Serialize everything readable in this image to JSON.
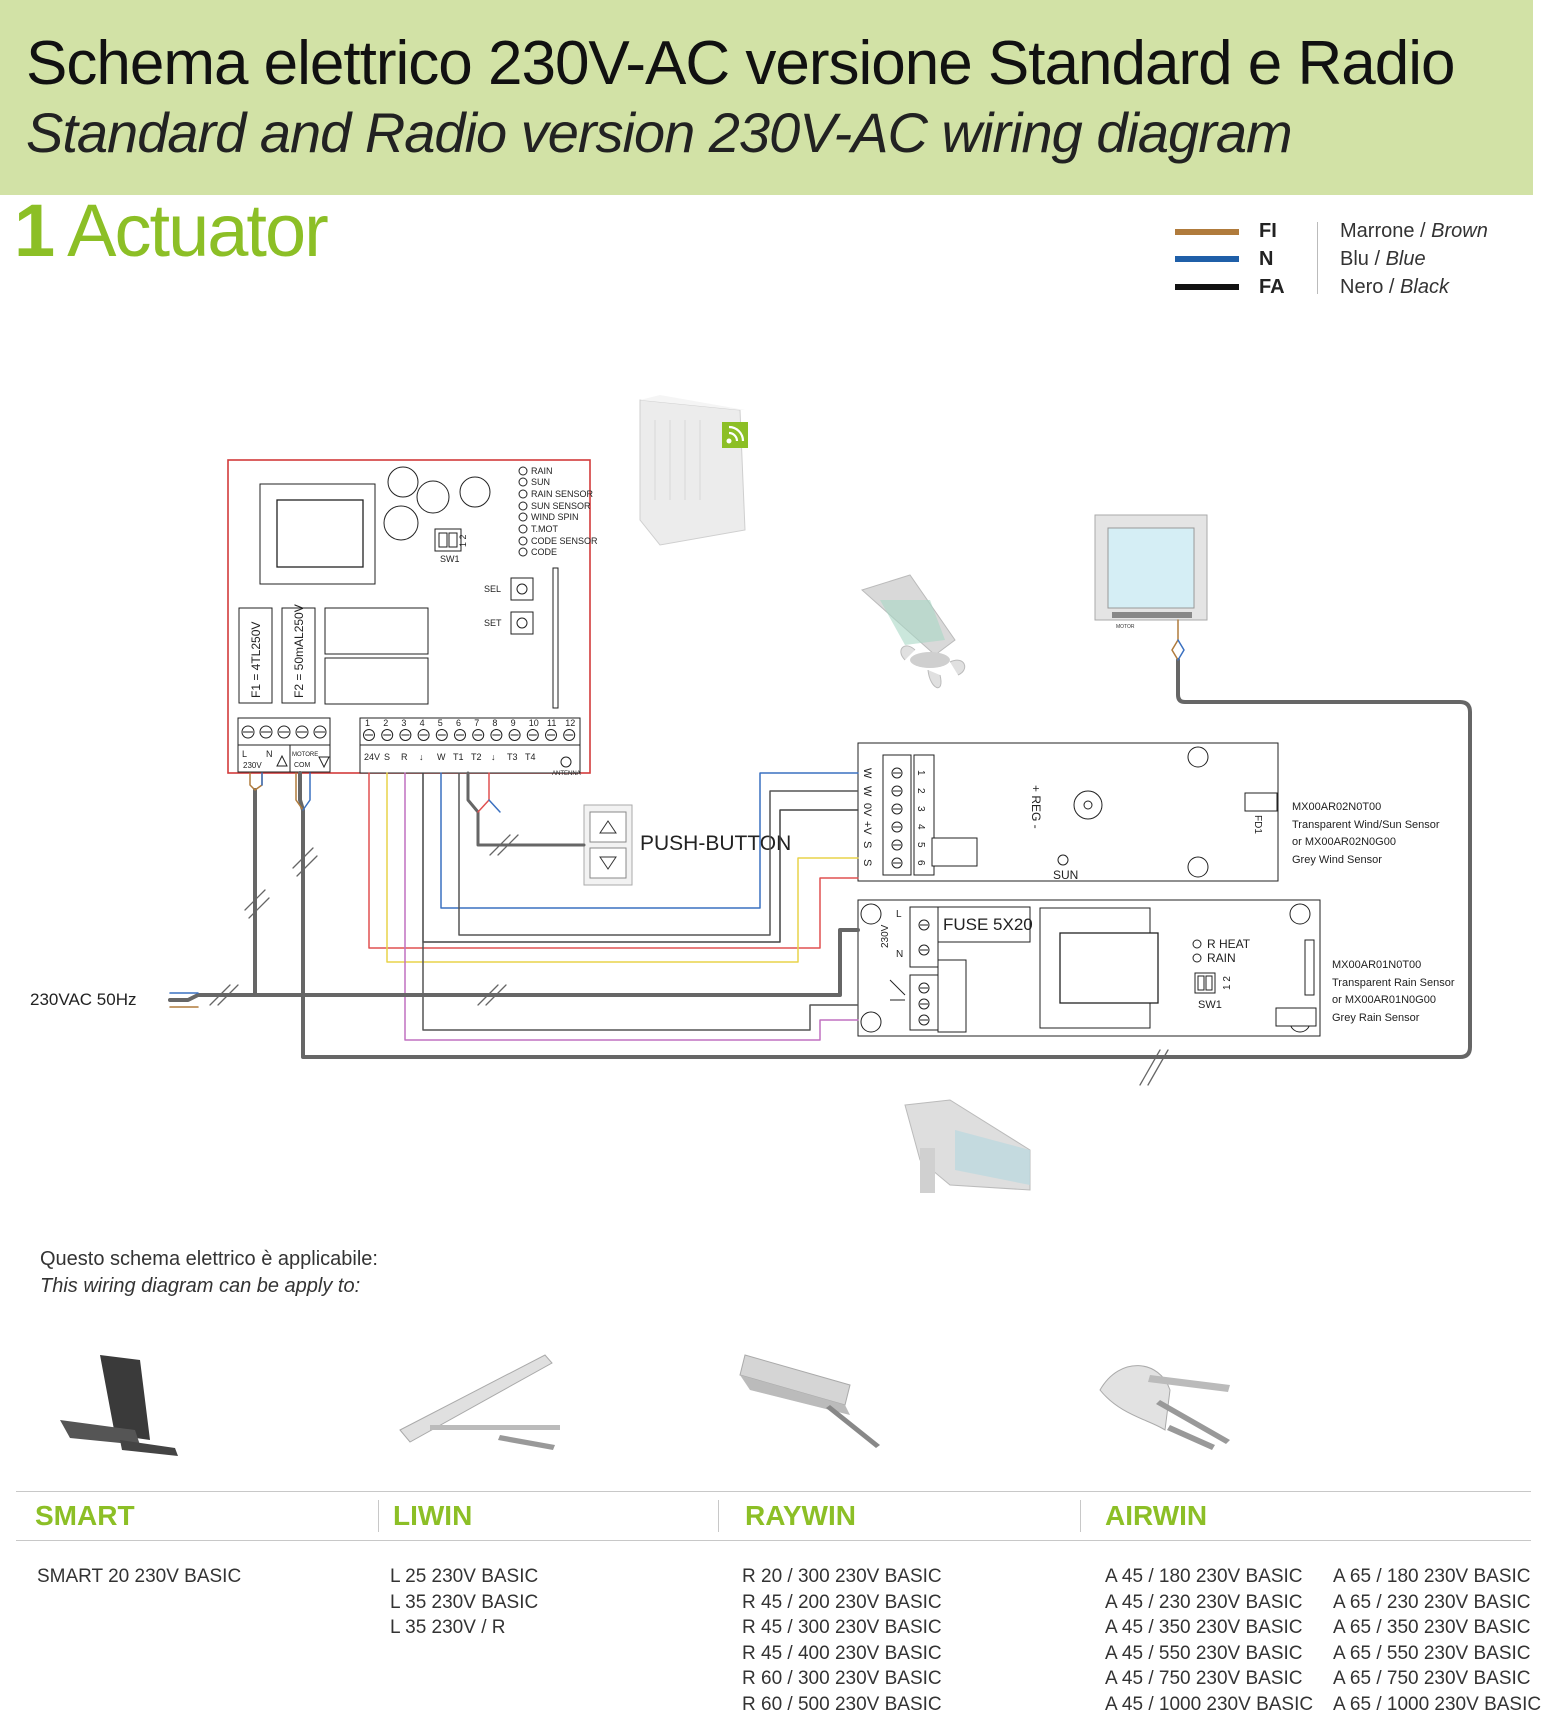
{
  "header": {
    "title_it": "Schema elettrico 230V-AC versione Standard e Radio",
    "title_en": "Standard and Radio version 230V-AC wiring diagram",
    "section_number": "1",
    "section_title": "Actuator"
  },
  "legend": [
    {
      "code": "FI",
      "name_it": "Marrone",
      "name_en": "Brown",
      "color": "#b07b3c"
    },
    {
      "code": "N",
      "name_it": "Blu",
      "name_en": "Blue",
      "color": "#1f5fa8"
    },
    {
      "code": "FA",
      "name_it": "Nero",
      "name_en": "Black",
      "color": "#111111"
    }
  ],
  "control_board": {
    "leds": [
      "RAIN",
      "SUN",
      "RAIN SENSOR",
      "SUN SENSOR",
      "WIND SPIN",
      "T.MOT",
      "CODE SENSOR",
      "CODE"
    ],
    "sw1": "SW1",
    "sw1_pins": "1 2",
    "sel": "SEL",
    "set": "SET",
    "fuse1": "F1 = 4TL250V",
    "fuse2": "F2 = 50mAL250V",
    "power_terminals": {
      "l": "L",
      "n": "N",
      "v230": "230V",
      "motor": "MOTORE",
      "com": "COM"
    },
    "terminal_numbers": [
      "1",
      "2",
      "3",
      "4",
      "5",
      "6",
      "7",
      "8",
      "9",
      "10",
      "11",
      "12"
    ],
    "terminal_labels": [
      "24V",
      "S",
      "R",
      "↓",
      "W",
      "T1",
      "T2",
      "↓",
      "T3",
      "T4"
    ],
    "antenna": "ANTENNA"
  },
  "push_button": "PUSH-BUTTON",
  "supply": "230VAC 50Hz",
  "wind_sensor": {
    "terminal_labels": [
      "W",
      "W",
      "0V",
      "+V",
      "S",
      "S"
    ],
    "terminal_numbers": [
      "1",
      "2",
      "3",
      "4",
      "5",
      "6"
    ],
    "reg": "+ REG -",
    "sun": "SUN",
    "fd1": "FD1",
    "description": [
      "MX00AR02N0T00",
      "Transparent Wind/Sun Sensor",
      "or MX00AR02N0G00",
      "Grey Wind Sensor"
    ]
  },
  "rain_sensor": {
    "fuse": "FUSE 5X20",
    "l": "L",
    "n": "N",
    "v230": "230V",
    "rheat": "R HEAT",
    "rain": "RAIN",
    "sw1": "SW1",
    "sw1_pins": "1 2",
    "description": [
      "MX00AR01N0T00",
      "Transparent Rain Sensor",
      "or MX00AR01N0G00",
      "Grey Rain Sensor"
    ]
  },
  "window_tag": "MOTOR",
  "applicability": {
    "it": "Questo schema elettrico è applicabile:",
    "en": "This wiring diagram can be apply to:"
  },
  "products": [
    {
      "family": "SMART",
      "models": [
        "SMART 20 230V BASIC"
      ]
    },
    {
      "family": "LIWIN",
      "models": [
        "L 25 230V BASIC",
        "L 35 230V BASIC",
        "L 35 230V / R"
      ]
    },
    {
      "family": "RAYWIN",
      "models": [
        "R 20 / 300 230V BASIC",
        "R 45 / 200 230V BASIC",
        "R 45 / 300 230V BASIC",
        "R 45 / 400 230V BASIC",
        "R 60 / 300 230V BASIC",
        "R 60 / 500 230V BASIC"
      ]
    },
    {
      "family": "AIRWIN",
      "models": [
        "A 45 / 180 230V BASIC",
        "A 45 / 230 230V BASIC",
        "A 45 / 350 230V BASIC",
        "A 45 / 550 230V BASIC",
        "A 45 / 750 230V BASIC",
        "A 45 / 1000 230V BASIC"
      ],
      "models_b": [
        "A 65 / 180 230V BASIC",
        "A 65 / 230 230V BASIC",
        "A 65 / 350 230V BASIC",
        "A 65 / 550 230V BASIC",
        "A 65 / 750 230V BASIC",
        "A 65 / 1000 230V BASIC"
      ]
    }
  ],
  "colors": {
    "accent_green": "#8cbf26",
    "header_bg": "#d2e2a6",
    "board_red": "#d23b3b",
    "wire_grey": "#6e6e6e",
    "wire_red": "#e05050",
    "wire_yellow": "#e8d44a",
    "wire_purple": "#c070c0",
    "wire_blue": "#3a70c0"
  }
}
